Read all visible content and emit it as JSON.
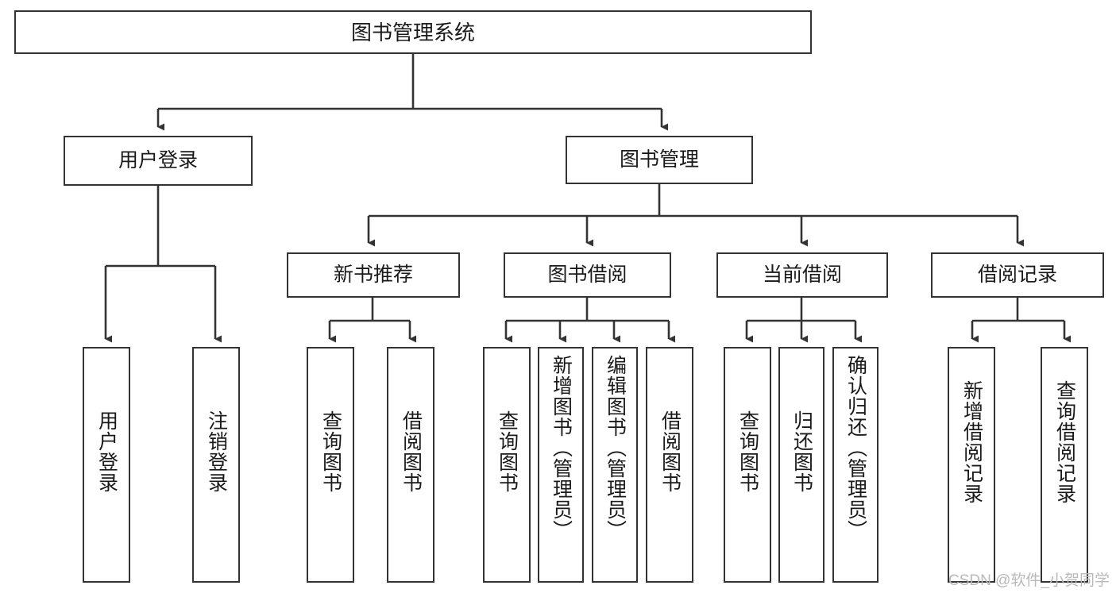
{
  "diagram": {
    "type": "tree",
    "title": "图书管理系统",
    "background_color": "#ffffff",
    "line_color": "#333333",
    "box_border_color": "#333333",
    "watermark": "CSDN @软件_小贺同学",
    "nodes": {
      "root": {
        "label": "图书管理系统",
        "level": 0,
        "orientation": "horizontal"
      },
      "l1_0": {
        "label": "用户登录",
        "level": 1,
        "orientation": "horizontal"
      },
      "l1_1": {
        "label": "图书管理",
        "level": 1,
        "orientation": "horizontal"
      },
      "l2_0": {
        "label": "新书推荐",
        "level": 2,
        "orientation": "horizontal"
      },
      "l2_1": {
        "label": "图书借阅",
        "level": 2,
        "orientation": "horizontal"
      },
      "l2_2": {
        "label": "当前借阅",
        "level": 2,
        "orientation": "horizontal"
      },
      "l2_3": {
        "label": "借阅记录",
        "level": 2,
        "orientation": "horizontal"
      },
      "leaf_0": {
        "label": "用户登录",
        "level": 3,
        "orientation": "vertical",
        "parent": "用户登录"
      },
      "leaf_1": {
        "label": "注销登录",
        "level": 3,
        "orientation": "vertical",
        "parent": "用户登录"
      },
      "leaf_2": {
        "label": "查询图书",
        "level": 3,
        "orientation": "vertical",
        "parent": "新书推荐"
      },
      "leaf_3": {
        "label": "借阅图书",
        "level": 3,
        "orientation": "vertical",
        "parent": "新书推荐"
      },
      "leaf_4": {
        "label": "查询图书",
        "level": 3,
        "orientation": "vertical",
        "parent": "图书借阅"
      },
      "leaf_5": {
        "label": "新增图书（管理员）",
        "level": 3,
        "orientation": "vertical",
        "parent": "图书借阅"
      },
      "leaf_6": {
        "label": "编辑图书（管理员）",
        "level": 3,
        "orientation": "vertical",
        "parent": "图书借阅"
      },
      "leaf_7": {
        "label": "借阅图书",
        "level": 3,
        "orientation": "vertical",
        "parent": "图书借阅"
      },
      "leaf_8": {
        "label": "查询图书",
        "level": 3,
        "orientation": "vertical",
        "parent": "当前借阅"
      },
      "leaf_9": {
        "label": "归还图书",
        "level": 3,
        "orientation": "vertical",
        "parent": "当前借阅"
      },
      "leaf_10": {
        "label": "确认归还（管理员）",
        "level": 3,
        "orientation": "vertical",
        "parent": "当前借阅"
      },
      "leaf_11": {
        "label": "新增借阅记录",
        "level": 3,
        "orientation": "vertical",
        "parent": "借阅记录"
      },
      "leaf_12": {
        "label": "查询借阅记录",
        "level": 3,
        "orientation": "vertical",
        "parent": "借阅记录"
      }
    }
  }
}
